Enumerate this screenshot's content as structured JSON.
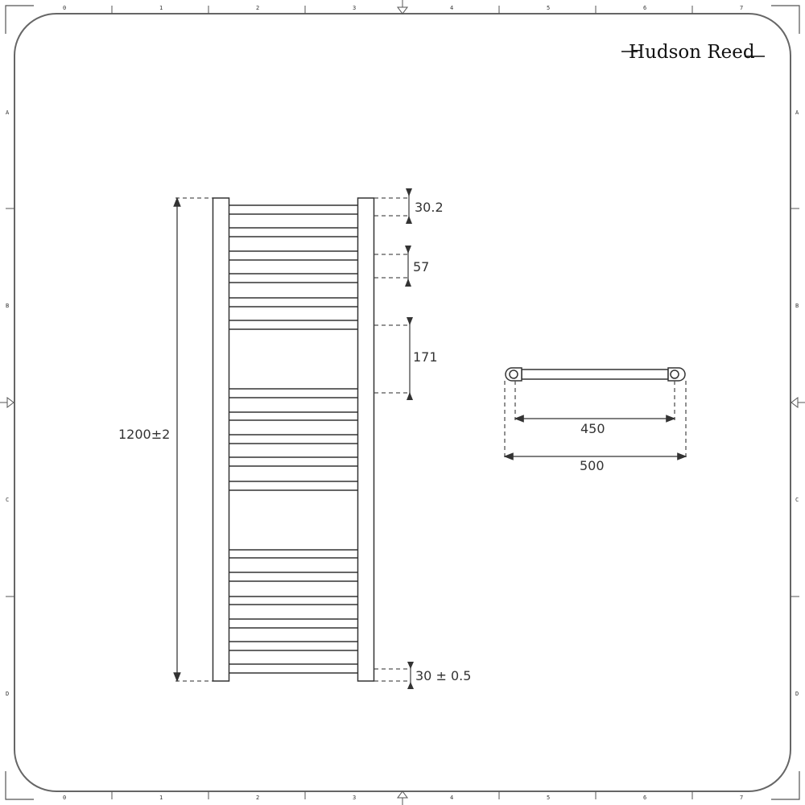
{
  "brand": {
    "name": "Hudson Reed"
  },
  "frame": {
    "column_labels": [
      "0",
      "1",
      "2",
      "3",
      "4",
      "5",
      "6",
      "7"
    ],
    "row_labels": [
      "A",
      "B",
      "C",
      "D"
    ]
  },
  "front_view": {
    "height_label": "1200±2",
    "top_rail_offset_label": "30.2",
    "rail_pitch_label": "57",
    "group_gap_label": "171",
    "bottom_rail_offset_label": "30 ± 0.5",
    "rail_groups": [
      6,
      5,
      6
    ]
  },
  "plan_view": {
    "centres_label": "450",
    "overall_width_label": "500"
  },
  "colors": {
    "line": "#333333",
    "frame": "#666666",
    "background": "#ffffff"
  }
}
